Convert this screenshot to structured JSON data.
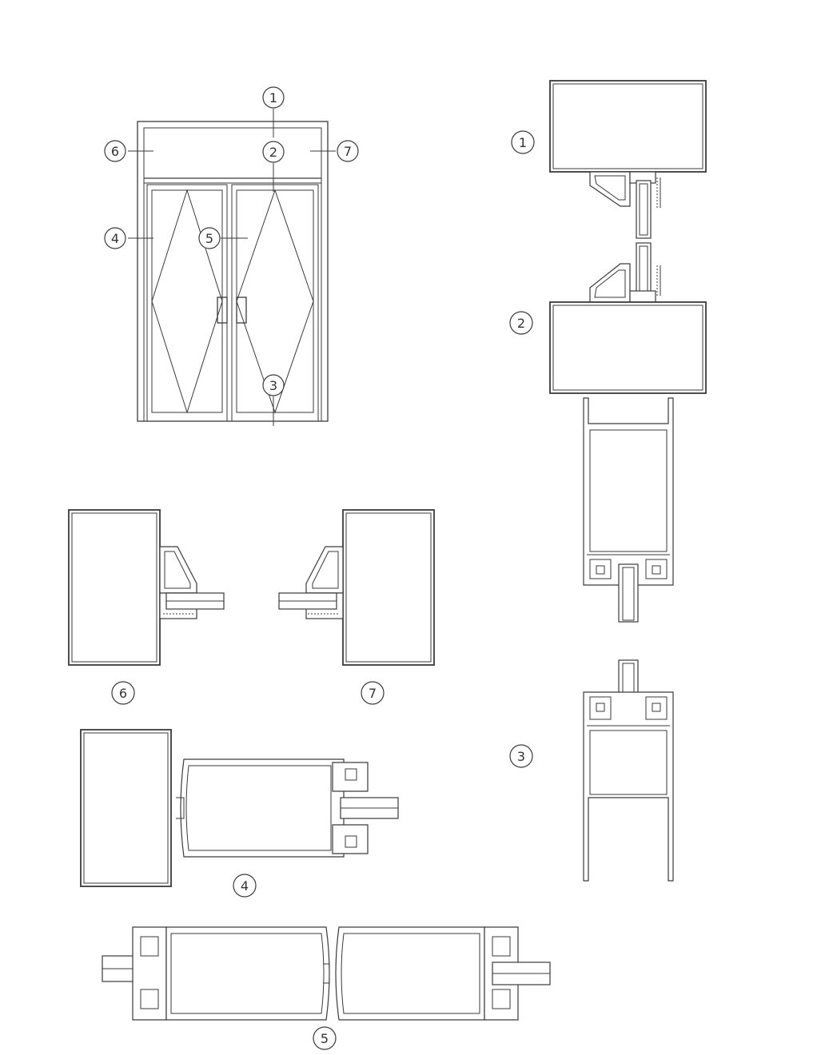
{
  "colors": {
    "line": "#3a3a3a",
    "background": "#ffffff"
  },
  "callouts": {
    "c1": "1",
    "c2": "2",
    "c3": "3",
    "c4": "4",
    "c5": "5",
    "c6": "6",
    "c7": "7"
  }
}
